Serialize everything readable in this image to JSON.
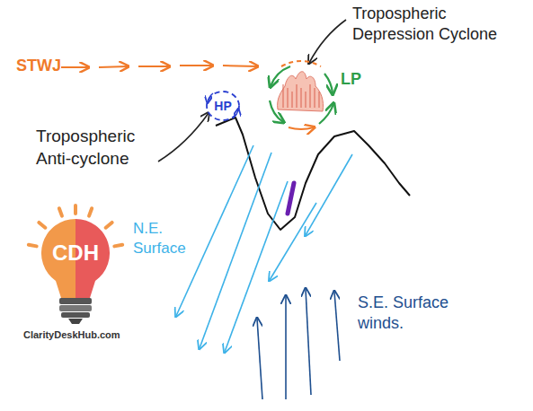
{
  "diagram": {
    "nodes": [
      {
        "text": [
          "HP"
        ]
      },
      {
        "text": [
          "LP"
        ]
      },
      {
        "text": [
          "CDH"
        ]
      }
    ],
    "labels": [
      "STWJ",
      "Tropospheric Depression Cyclone",
      "Tropospheric Anti-cyclone",
      "N.E. Surface",
      "S.E. Surface winds.",
      "ClarityDeskHub.com"
    ]
  }
}
